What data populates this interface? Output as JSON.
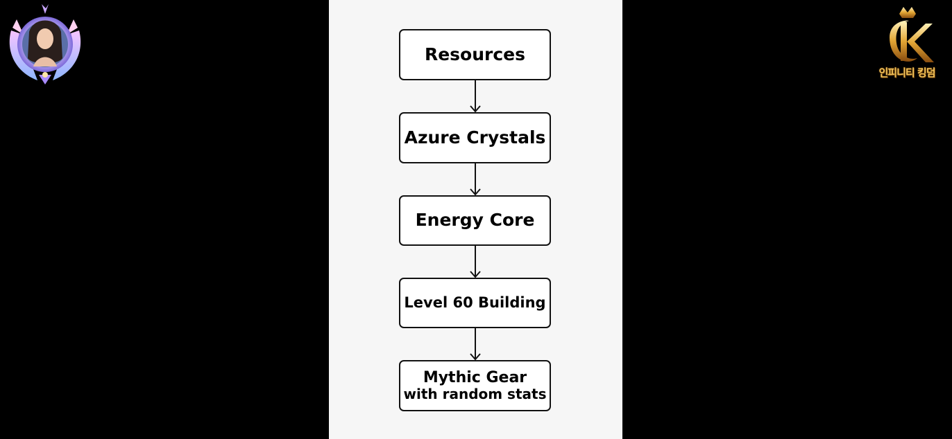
{
  "diagram": {
    "nodes": [
      {
        "id": "resources",
        "lines": [
          "Resources"
        ]
      },
      {
        "id": "azure-crystals",
        "lines": [
          "Azure Crystals"
        ]
      },
      {
        "id": "energy-core",
        "lines": [
          "Energy Core"
        ]
      },
      {
        "id": "level-60-building",
        "lines": [
          "Level 60 Building"
        ]
      },
      {
        "id": "mythic-gear",
        "lines": [
          "Mythic Gear",
          "with random stats"
        ]
      }
    ],
    "edges": [
      {
        "from": "resources",
        "to": "azure-crystals"
      },
      {
        "from": "azure-crystals",
        "to": "energy-core"
      },
      {
        "from": "energy-core",
        "to": "level-60-building"
      },
      {
        "from": "level-60-building",
        "to": "mythic-gear"
      }
    ]
  },
  "branding": {
    "right_logo_text": "인피니티 킹덤"
  },
  "colors": {
    "background": "#000000",
    "panel": "#f6f6f6",
    "node_border": "#111111",
    "node_fill": "#ffffff",
    "logo_gold": "#f2c35a"
  }
}
